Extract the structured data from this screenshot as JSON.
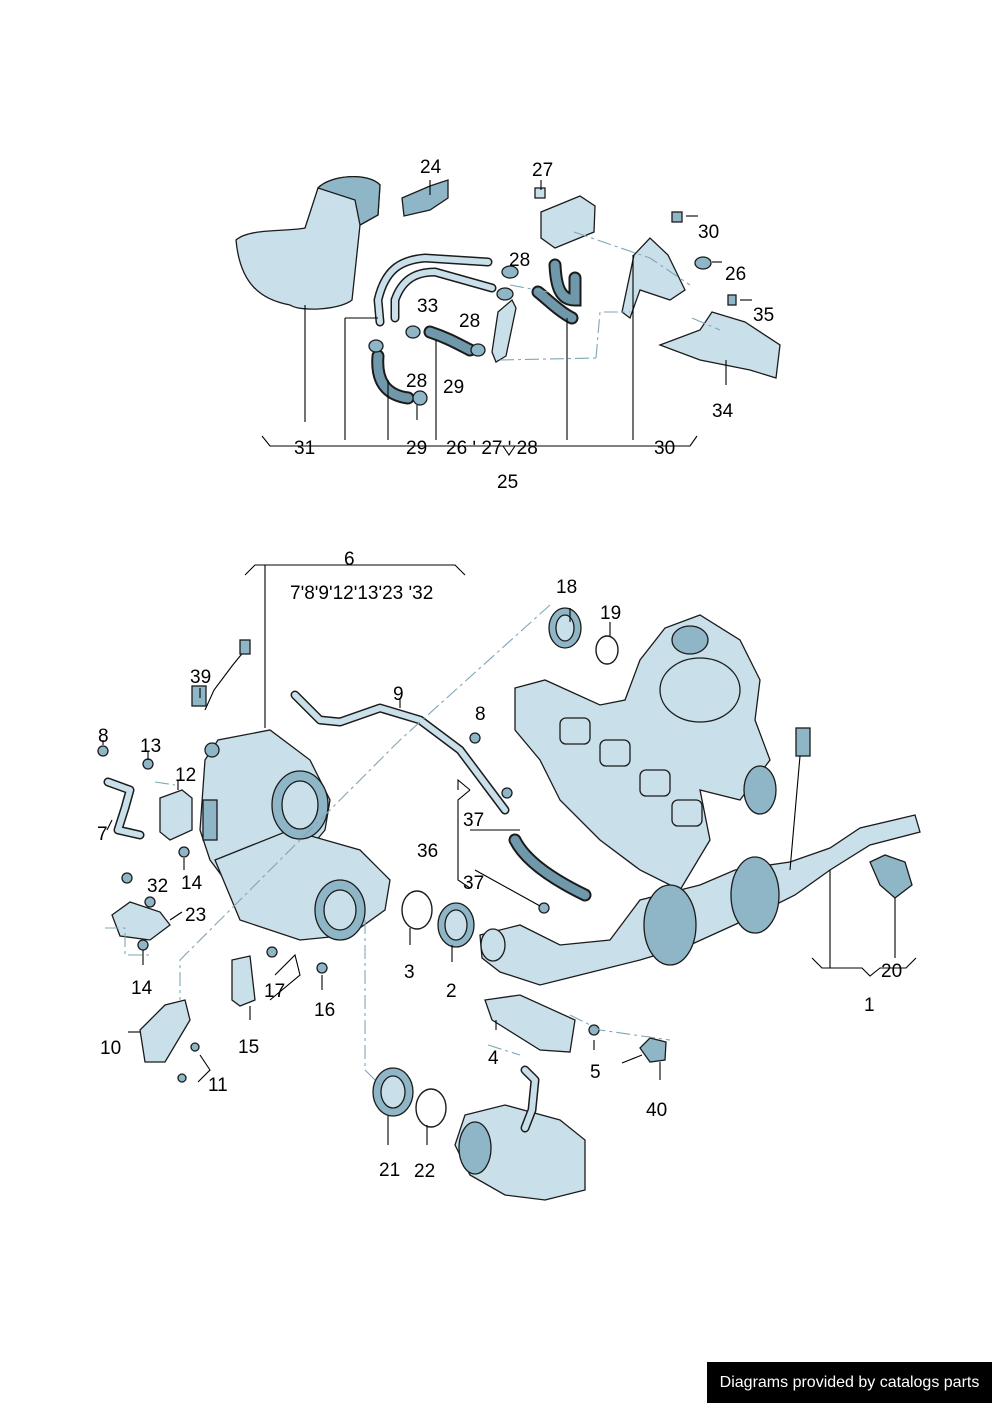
{
  "footer": {
    "text": "Diagrams provided by catalogs parts"
  },
  "labels": {
    "l1": "1",
    "l2": "2",
    "l3": "3",
    "l4": "4",
    "l5": "5",
    "l6": "6",
    "l7": "7",
    "l8a": "8",
    "l8b": "8",
    "l9": "9",
    "l10": "10",
    "l11": "11",
    "l12": "12",
    "l13": "13",
    "l14a": "14",
    "l14b": "14",
    "l15": "15",
    "l16": "16",
    "l17": "17",
    "l18": "18",
    "l19": "19",
    "l20": "20",
    "l21": "21",
    "l22": "22",
    "l23": "23",
    "l24": "24",
    "l25": "25",
    "l26a": "26",
    "l26b": "26",
    "l27": "27",
    "l28a": "28",
    "l28b": "28",
    "l28c": "28",
    "l28d": "28",
    "l29a": "29",
    "l29b": "29",
    "l30a": "30",
    "l30b": "30",
    "l31": "31",
    "l32": "32",
    "l33": "33",
    "l34": "34",
    "l35": "35",
    "l36": "36",
    "l37a": "37",
    "l37b": "37",
    "l39": "39",
    "l40": "40",
    "group25": "26 ʹ 27 ʹ 28",
    "group6": "7ʹ8ʹ9ʹ12ʹ13ʹ23 ʹ32"
  }
}
